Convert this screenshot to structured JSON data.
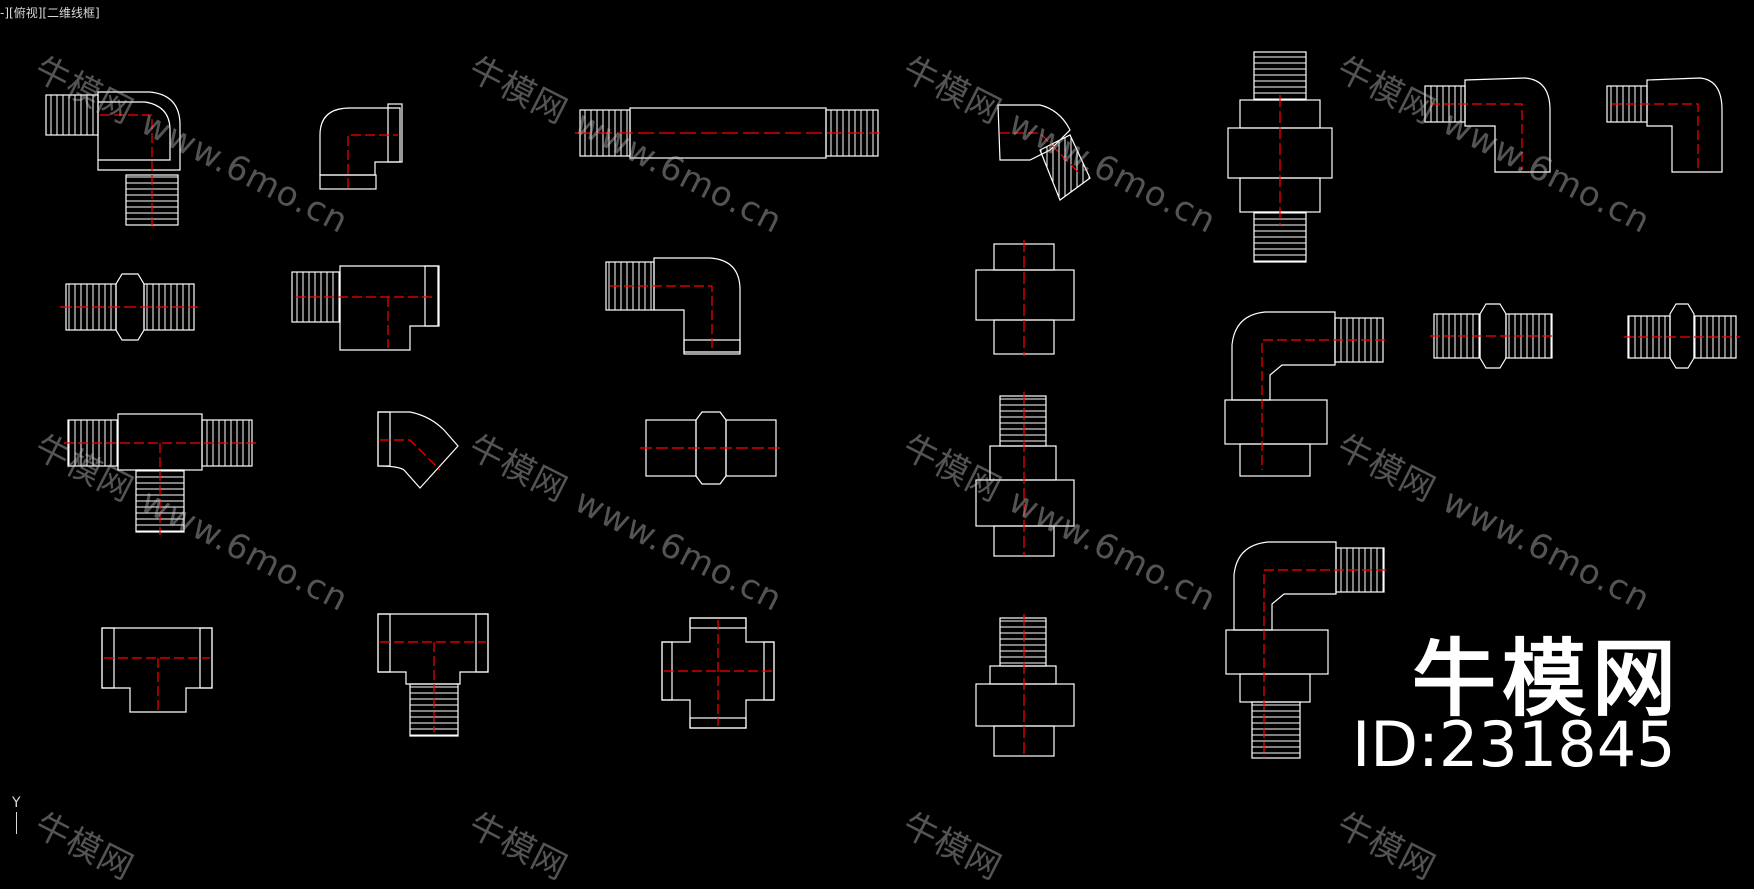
{
  "viewport": {
    "label": "-][俯视][二维线框]"
  },
  "watermark": {
    "brand": "牛模网",
    "url": "www.6mo.cn"
  },
  "logo": {
    "brand": "牛模网",
    "id_text": "ID:231845"
  },
  "ucs": {
    "axis_label": "Y"
  },
  "colors": {
    "background": "#000000",
    "line": "#ffffff",
    "centerline": "#ff0000"
  },
  "drawing_items": [
    "elbow-male-female",
    "elbow-female",
    "pipe-nipple-long",
    "elbow-45-male",
    "union-male-female",
    "elbow-male-small-a",
    "elbow-male-small-b",
    "hex-nipple",
    "tee-male-branch",
    "street-elbow",
    "union-female",
    "union-elbow",
    "hex-nipple-b",
    "hex-nipple-c",
    "tee-male-run",
    "elbow-45-female",
    "hex-coupling",
    "union-male-top",
    "tee-female",
    "tee-female-male",
    "cross-female",
    "union-male-bottom",
    "union-elbow-male"
  ]
}
